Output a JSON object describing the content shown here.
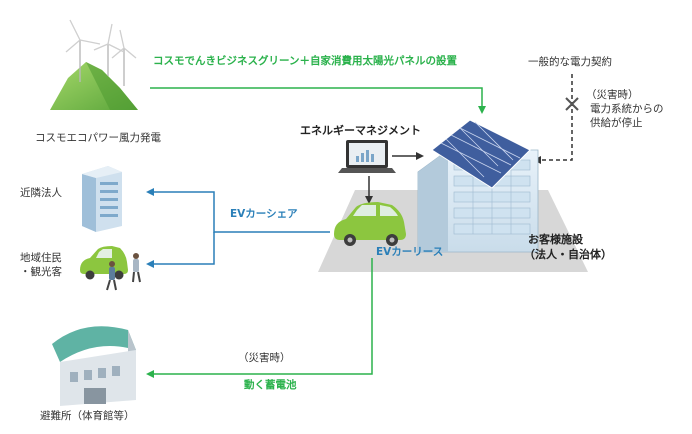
{
  "labels": {
    "wind_power": "コスモエコパワー風力発電",
    "green_plan": "コスモでんきビジネスグリーン＋自家消費用太陽光パネルの設置",
    "general_contract": "一般的な電力契約",
    "disaster_stop_line1": "（災害時）",
    "disaster_stop_line2": "電力系統からの",
    "disaster_stop_line3": "供給が停止",
    "energy_management": "エネルギーマネジメント",
    "neighbor_corp": "近隣法人",
    "ev_car_share": "EVカーシェア",
    "residents_line1": "地域住民",
    "residents_line2": "・観光客",
    "ev_car_lease": "EVカーリース",
    "customer_facility_line1": "お客様施設",
    "customer_facility_line2": "（法人・自治体）",
    "disaster_time": "（災害時）",
    "mobile_battery": "動く蓄電池",
    "shelter": "避難所（体育館等）"
  },
  "colors": {
    "green": "#2bb24c",
    "blue": "#2a7fb8",
    "dark": "#333333",
    "ev_car": "#8cc63f"
  }
}
